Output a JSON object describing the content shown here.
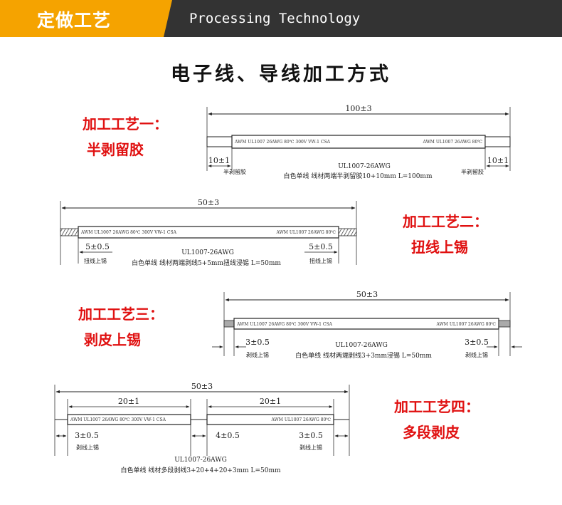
{
  "header": {
    "tag": "定做工艺",
    "subtitle": "Processing Technology"
  },
  "title": "电子线、导线加工方式",
  "processes": [
    {
      "name": "加工工艺一：",
      "type": "半剥留胶"
    },
    {
      "name": "加工工艺二：",
      "type": "扭线上锡"
    },
    {
      "name": "加工工艺三：",
      "type": "剥皮上锡"
    },
    {
      "name": "加工工艺四：",
      "type": "多段剥皮"
    }
  ],
  "diagrams": [
    {
      "total": "100±3",
      "print_left": "AWM UL1007 26AWG 80℃ 300V VW-1 CSA",
      "print_right": "AWM UL1007 26AWG 80℃",
      "left_dim": "10±1",
      "left_note": "半剥留胶",
      "right_dim": "10±1",
      "right_note": "半剥留胶",
      "model": "UL1007-26AWG",
      "desc": "白色单线  线材两端半剥留胶10+10mm L=100mm"
    },
    {
      "total": "50±3",
      "print_left": "AWM UL1007 26AWG 80℃ 300V VW-1 CSA",
      "print_right": "AWM UL1007 26AWG 80℃",
      "left_dim": "5±0.5",
      "left_note": "扭线上锡",
      "right_dim": "5±0.5",
      "right_note": "扭线上锡",
      "model": "UL1007-26AWG",
      "desc": "白色单线  线材两端剥线5+5mm扭线浸锡 L=50mm"
    },
    {
      "total": "50±3",
      "print_left": "AWM UL1007 26AWG 80℃ 300V VW-1 CSA",
      "print_right": "AWM UL1007 26AWG 80℃",
      "left_dim": "3±0.5",
      "left_note": "剥线上锡",
      "right_dim": "3±0.5",
      "right_note": "剥线上锡",
      "model": "UL1007-26AWG",
      "desc": "白色单线  线材两端剥线3+3mm浸锡 L=50mm"
    },
    {
      "total": "50±3",
      "seg1": "20±1",
      "seg2": "20±1",
      "print_left": "AWM UL1007 26AWG 80℃ 300V VW-1 CSA",
      "print_right": "AWM UL1007 26AWG 80℃",
      "left_dim": "3±0.5",
      "left_note": "剥线上锡",
      "mid_dim": "4±0.5",
      "right_dim": "3±0.5",
      "right_note": "剥线上锡",
      "model": "UL1007-26AWG",
      "desc": "白色单线  线材多段剥线3+20+4+20+3mm L=50mm"
    }
  ],
  "colors": {
    "header_bg": "#333333",
    "header_tag": "#f5a300",
    "accent_red": "#e01010"
  }
}
